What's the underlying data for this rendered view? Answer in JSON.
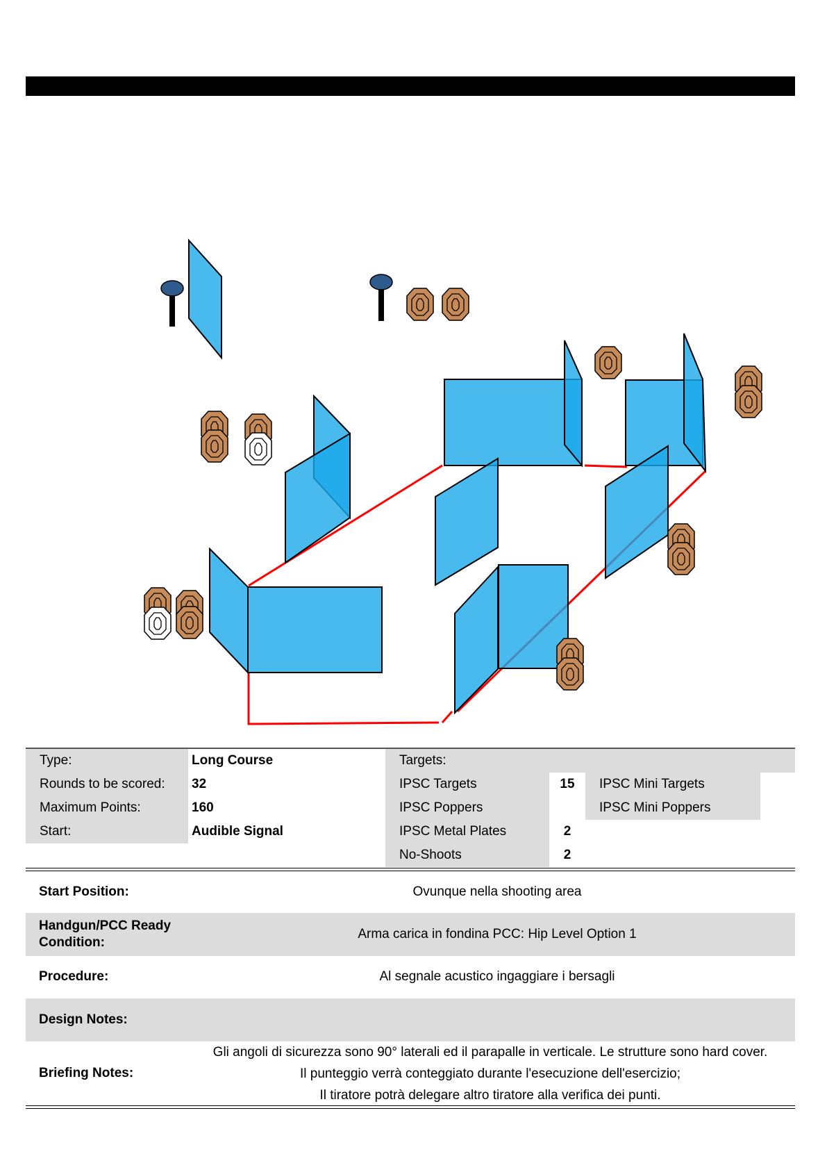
{
  "stage_info": {
    "type_label": "Type:",
    "type_value": "Long Course",
    "rounds_label": "Rounds to be scored:",
    "rounds_value": "32",
    "max_points_label": "Maximum Points:",
    "max_points_value": "160",
    "start_label": "Start:",
    "start_value": "Audible Signal"
  },
  "targets": {
    "header": "Targets:",
    "ipsc_targets_label": "IPSC Targets",
    "ipsc_targets_count": "15",
    "ipsc_poppers_label": "IPSC Poppers",
    "ipsc_poppers_count": "",
    "ipsc_metal_plates_label": "IPSC Metal Plates",
    "ipsc_metal_plates_count": "2",
    "no_shoots_label": "No-Shoots",
    "no_shoots_count": "2",
    "ipsc_mini_targets_label": "IPSC Mini Targets",
    "ipsc_mini_poppers_label": "IPSC Mini Poppers"
  },
  "details": {
    "start_position_label": "Start Position:",
    "start_position_value": "Ovunque nella shooting area",
    "ready_condition_label": "Handgun/PCC Ready Condition:",
    "ready_condition_value": "Arma carica in fondina PCC: Hip Level Option 1",
    "procedure_label": "Procedure:",
    "procedure_value": "Al segnale acustico ingaggiare i bersagli",
    "design_notes_label": "Design Notes:",
    "design_notes_value": "",
    "briefing_notes_label": "Briefing Notes:",
    "briefing_notes_lines": [
      "Gli angoli di sicurezza sono 90° laterali ed il parapalle in verticale. Le strutture sono hard cover.",
      "Il punteggio verrà conteggiato durante l'esecuzione dell'esercizio;",
      "Il tiratore potrà delegare altro tiratore alla verifica dei punti."
    ]
  },
  "colors": {
    "wall_fill": "#1aa9ea",
    "fault_line": "#ff0000",
    "target_fill": "#c68b59",
    "plate_fill": "#2e5a8c",
    "table_gray": "#dcdcdc"
  },
  "diagram_elements": {
    "walls": 11,
    "fault_line_segments": 5,
    "ipsc_targets": 15,
    "no_shoots": 2,
    "metal_plates": 2
  }
}
